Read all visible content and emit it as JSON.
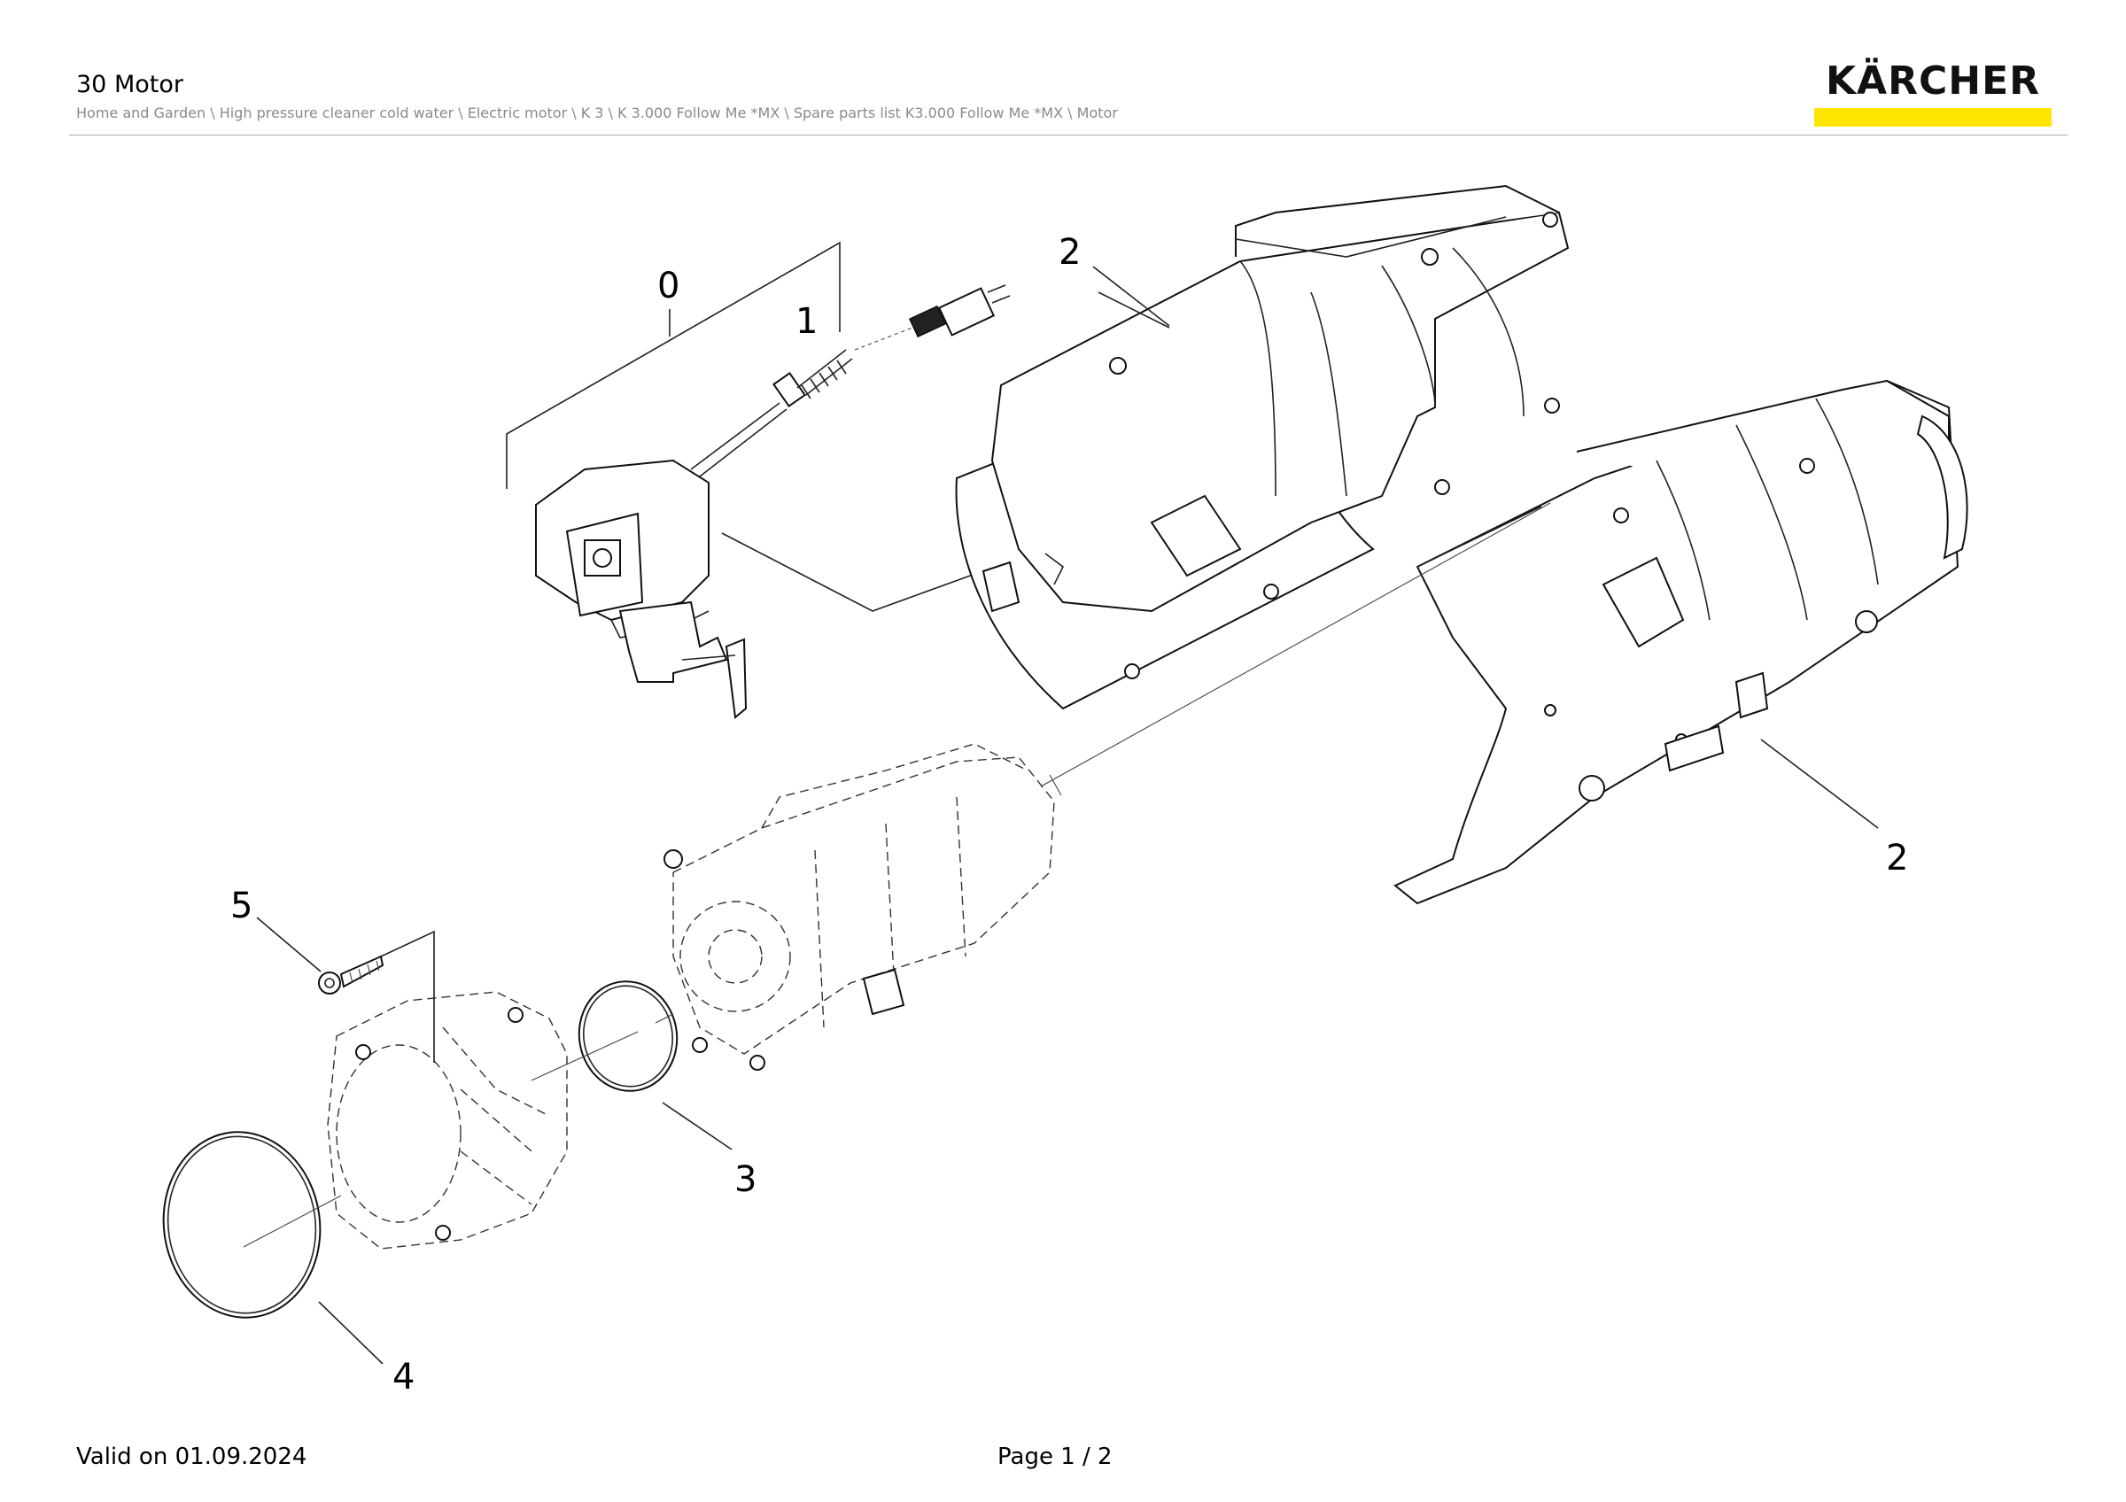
{
  "header": {
    "title": "30 Motor",
    "breadcrumb": "Home and Garden \\ High pressure cleaner cold water \\ Electric motor \\ K 3 \\ K 3.000 Follow Me *MX \\ Spare parts list K3.000 Follow Me *MX \\ Motor",
    "logo_text": "KÄRCHER",
    "logo_accent_color": "#ffe600"
  },
  "diagram": {
    "callouts": [
      "0",
      "1",
      "2",
      "2",
      "3",
      "4",
      "5"
    ]
  },
  "footer": {
    "valid_on": "Valid on 01.09.2024",
    "page": "Page 1 / 2"
  }
}
